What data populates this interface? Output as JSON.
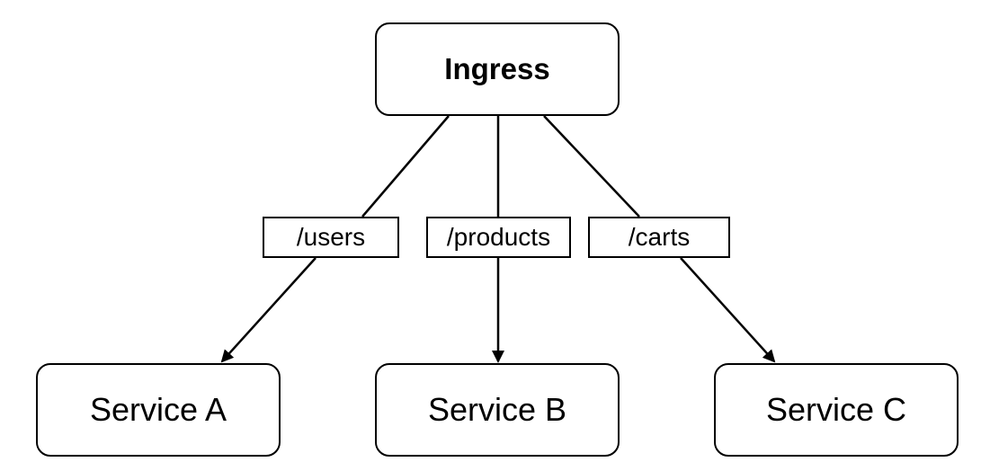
{
  "diagram": {
    "root": {
      "label": "Ingress"
    },
    "routes": [
      {
        "label": "/users"
      },
      {
        "label": "/products"
      },
      {
        "label": "/carts"
      }
    ],
    "services": [
      {
        "label": "Service A"
      },
      {
        "label": "Service B"
      },
      {
        "label": "Service C"
      }
    ]
  }
}
